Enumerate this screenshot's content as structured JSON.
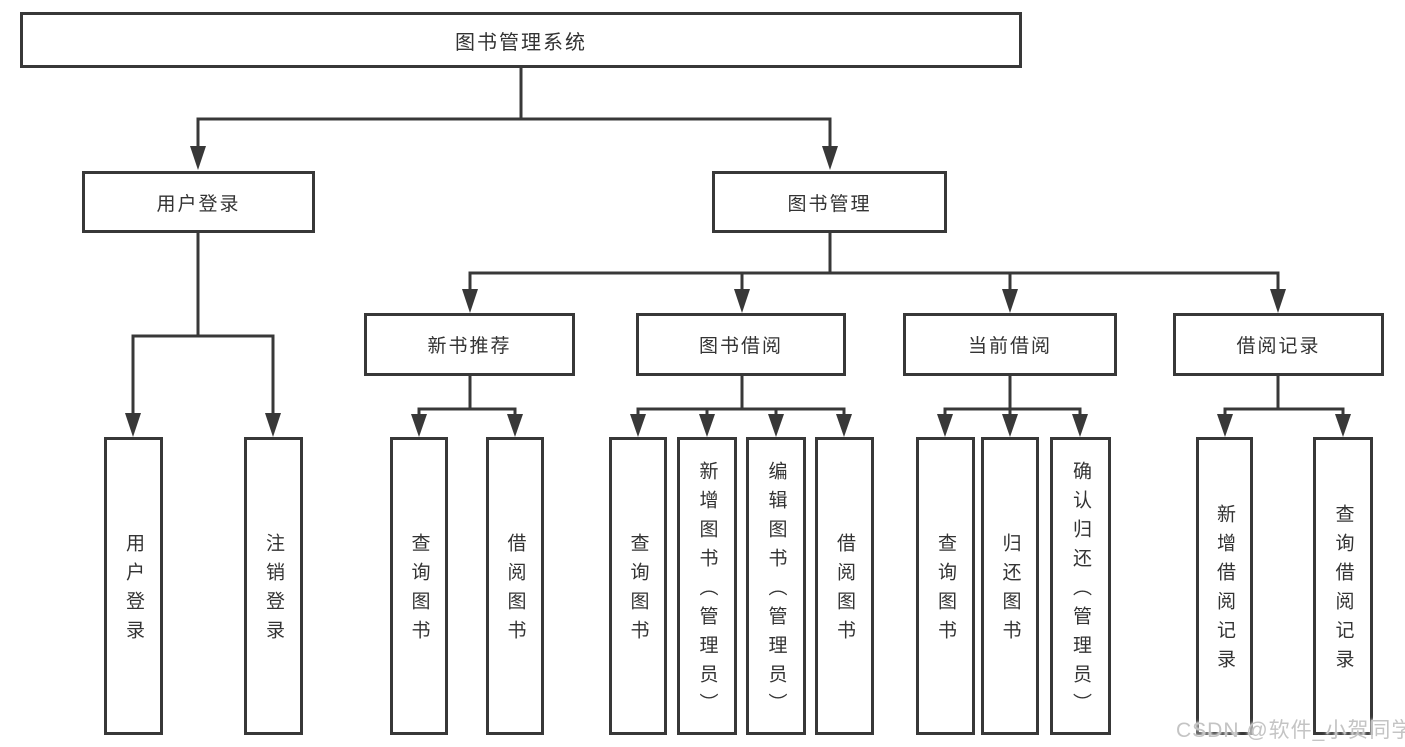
{
  "tree": {
    "label": "图书管理系统",
    "children": [
      {
        "label": "用户登录",
        "children": [
          {
            "label": "用户登录"
          },
          {
            "label": "注销登录"
          }
        ]
      },
      {
        "label": "图书管理",
        "children": [
          {
            "label": "新书推荐",
            "children": [
              {
                "label": "查询图书"
              },
              {
                "label": "借阅图书"
              }
            ]
          },
          {
            "label": "图书借阅",
            "children": [
              {
                "label": "查询图书"
              },
              {
                "label": "新增图书（管理员）"
              },
              {
                "label": "编辑图书（管理员）"
              },
              {
                "label": "借阅图书"
              }
            ]
          },
          {
            "label": "当前借阅",
            "children": [
              {
                "label": "查询图书"
              },
              {
                "label": "归还图书"
              },
              {
                "label": "确认归还（管理员）"
              }
            ]
          },
          {
            "label": "借阅记录",
            "children": [
              {
                "label": "新增借阅记录"
              },
              {
                "label": "查询借阅记录"
              }
            ]
          }
        ]
      }
    ]
  },
  "watermark": {
    "text": "CSDN @软件_小贺同学"
  },
  "colors": {
    "line": "#383838",
    "box_border": "#383838",
    "text": "#333333",
    "background": "#ffffff",
    "watermark": "#c4c4c4"
  }
}
